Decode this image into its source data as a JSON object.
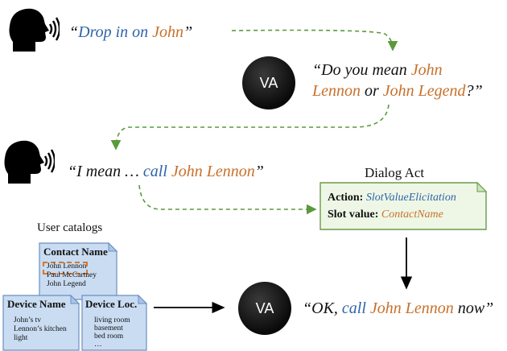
{
  "utterance1": {
    "open": "“",
    "part1": "Drop in on ",
    "name": "John",
    "close": "”"
  },
  "va_label": "VA",
  "va_question": {
    "open": "“",
    "line1a": "Do you mean ",
    "name1": "John",
    "name1b": "Lennon",
    "or": " or ",
    "name2": "John Legend",
    "close": "?”"
  },
  "utterance2": {
    "open": "“",
    "part1": "I mean … ",
    "verb": "call",
    "space": " ",
    "name": "John Lennon",
    "close": "”"
  },
  "dialog_act": {
    "title": "Dialog Act",
    "action_label": "Action: ",
    "action_value": "SlotValueElicitation",
    "slot_label": "Slot value: ",
    "slot_value": "ContactName"
  },
  "user_catalogs": {
    "title": "User catalogs",
    "contact": {
      "title": "Contact Name",
      "items": [
        "John Lennon",
        "Paul McCartney",
        "John Legend"
      ]
    },
    "device_name": {
      "title": "Device Name",
      "items": [
        "John’s tv",
        "Lennon’s kitchen",
        "light"
      ]
    },
    "device_loc": {
      "title": "Device Loc.",
      "items": [
        "living room",
        "basement",
        "bed room",
        "…"
      ]
    }
  },
  "response": {
    "open": "“",
    "ok": "OK, ",
    "verb": "call",
    "space": " ",
    "name": "John Lennon",
    "tail": " now”"
  },
  "colors": {
    "blue": "#2f63a8",
    "orange": "#c8702a",
    "arrow_dashed": "#5a9a3a",
    "dialog_box_fill": "#eef7e6",
    "catalog_fill": "#c9dcf2"
  },
  "icons": [
    "speaking-head-icon"
  ]
}
